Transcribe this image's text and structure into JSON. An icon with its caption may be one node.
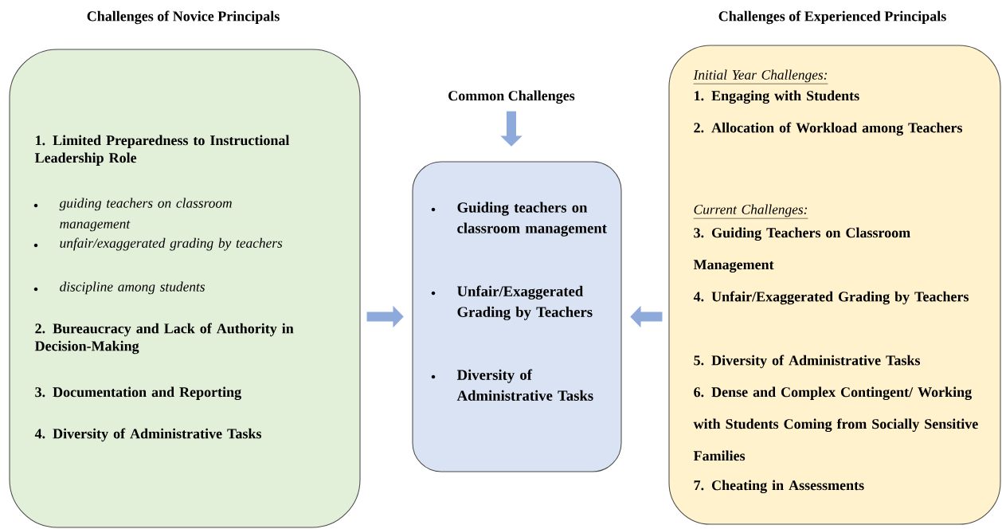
{
  "diagram": {
    "nodes": [
      {
        "text": [
          "Challenges of Novice Principals",
          "1. Limited Preparedness to Instructional Leadership Role",
          "guiding teachers on classroom management",
          "unfair/exaggerated grading by teachers",
          "discipline among students",
          "2. Bureaucracy and Lack of Authority in Decision-Making",
          "3. Documentation and Reporting",
          "4. Diversity of Administrative Tasks"
        ]
      },
      {
        "text": [
          "Common Challenges"
        ]
      },
      {
        "text": [
          "Guiding teachers on classroom management",
          "Unfair/Exaggerated Grading by Teachers",
          "Diversity of Administrative Tasks"
        ]
      },
      {
        "text": [
          "Challenges of Experienced Principals",
          "Initial Year Challenges:",
          "1. Engaging with Students",
          "2. Allocation of Workload among Teachers",
          "Current Challenges:",
          "3. Guiding Teachers on Classroom Management",
          "4. Unfair/Exaggerated Grading by Teachers",
          "5. Diversity of Administrative Tasks",
          "6. Dense and Complex Contingent/ Working with Students Coming from Socially Sensitive Families",
          "7. Cheating in Assessments"
        ]
      }
    ],
    "edges": [
      {
        "from": 1,
        "to": 2,
        "arrow": "to"
      },
      {
        "from": 0,
        "to": 2,
        "arrow": "to"
      },
      {
        "from": 3,
        "to": 2,
        "arrow": "to"
      }
    ]
  }
}
